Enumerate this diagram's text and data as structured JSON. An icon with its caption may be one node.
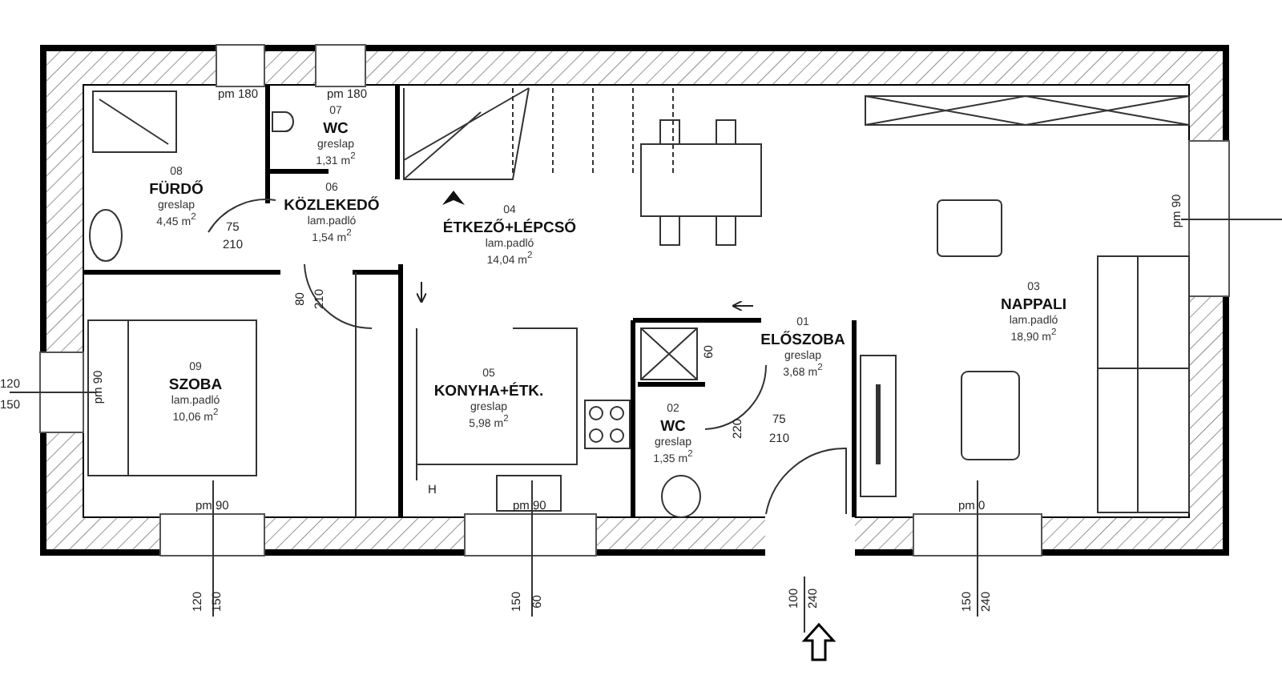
{
  "diagram": {
    "nodes": [
      {
        "text": [
          "01",
          "ELŐSZOBA",
          "greslap",
          "3,68 m$^{2}$"
        ]
      },
      {
        "text": [
          "02",
          "WC",
          "greslap",
          "1,35 m$^{2}$"
        ]
      },
      {
        "text": [
          "03",
          "NAPPALI",
          "lam.padló",
          "18,90 m$^{2}$"
        ]
      },
      {
        "text": [
          "04",
          "ÉTKEZŐ+LÉPCSŐ",
          "lam.padló",
          "14,04 m$^{2}$"
        ]
      },
      {
        "text": [
          "05",
          "KONYHA+ÉTK.",
          "greslap",
          "5,98 m$^{2}$"
        ]
      },
      {
        "text": [
          "06",
          "KÖZLEKEDŐ",
          "lam.padló",
          "1,54 m$^{2}$"
        ]
      },
      {
        "text": [
          "07",
          "WC",
          "greslap",
          "1,31 m$^{2}$"
        ]
      },
      {
        "text": [
          "08",
          "FÜRDŐ",
          "greslap",
          "4,45 m$^{2}$"
        ]
      },
      {
        "text": [
          "09",
          "SZOBA",
          "lam.padló",
          "10,06 m$^{2}$"
        ]
      }
    ],
    "labels": [
      "pm 180",
      "pm 180",
      "75",
      "210",
      "80",
      "210",
      "pm 90",
      "120",
      "150",
      "pm 90",
      "pm 90",
      "H",
      "pm 90",
      "60",
      "220",
      "75",
      "210",
      "pm 0",
      "120",
      "150",
      "150",
      "60",
      "100",
      "240",
      "150",
      "240"
    ]
  }
}
